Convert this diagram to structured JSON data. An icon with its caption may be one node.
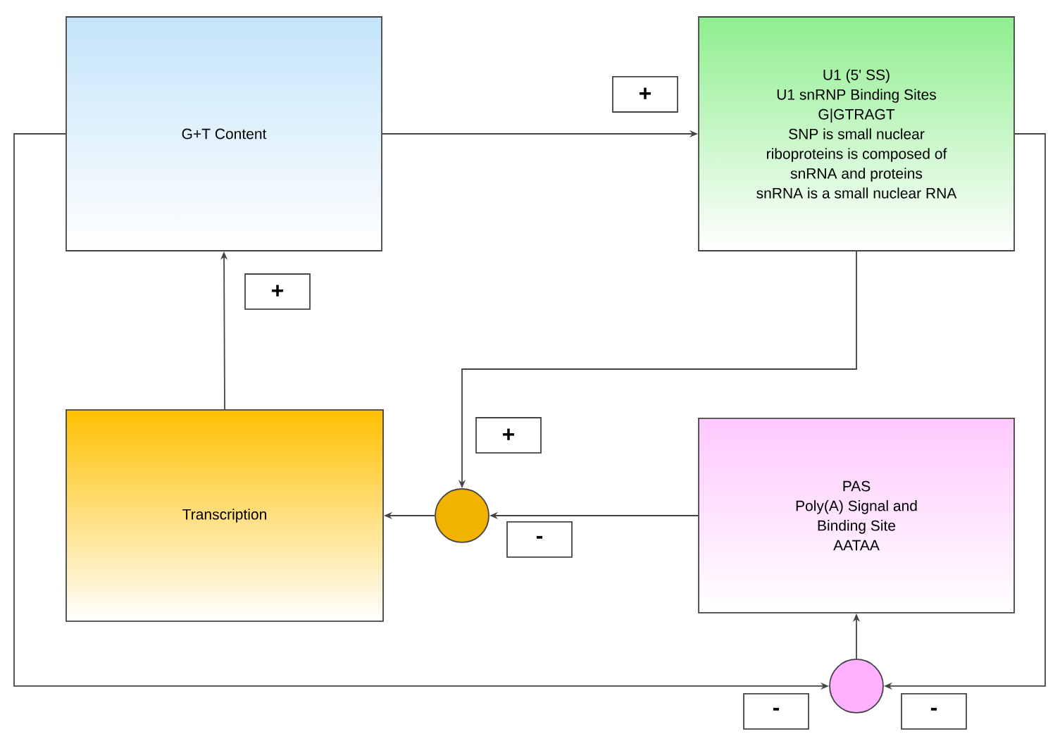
{
  "diagram": {
    "nodes": [
      {
        "text": [
          "G+T Content"
        ]
      },
      {
        "text": [
          "U1 (5' SS)",
          "U1 snRNP Binding Sites",
          "G|GTRAGT",
          "SNP is small nuclear riboproteins is composed of snRNA and proteins",
          "snRNA is a small nuclear RNA"
        ]
      },
      {
        "text": [
          "Transcription"
        ]
      },
      {
        "text": [],
        "shape": "circle"
      },
      {
        "text": [
          "PAS",
          "Poly(A) Signal and Binding Site",
          "AATAA"
        ]
      },
      {
        "text": [],
        "shape": "circle"
      }
    ],
    "edges": [
      {
        "from": 0,
        "to": 1,
        "arrow": "to",
        "label": "+"
      },
      {
        "from": 2,
        "to": 0,
        "arrow": "to",
        "label": "+"
      },
      {
        "from": 1,
        "to": 3,
        "arrow": "to",
        "label": "+"
      },
      {
        "from": 4,
        "to": 3,
        "arrow": "to",
        "label": "-"
      },
      {
        "from": 3,
        "to": 2,
        "arrow": "to"
      },
      {
        "from": 5,
        "to": 4,
        "arrow": "to"
      },
      {
        "from": 0,
        "to": 5,
        "arrow": "to",
        "label": "-"
      },
      {
        "from": 1,
        "to": 5,
        "arrow": "to",
        "label": "-"
      }
    ]
  }
}
